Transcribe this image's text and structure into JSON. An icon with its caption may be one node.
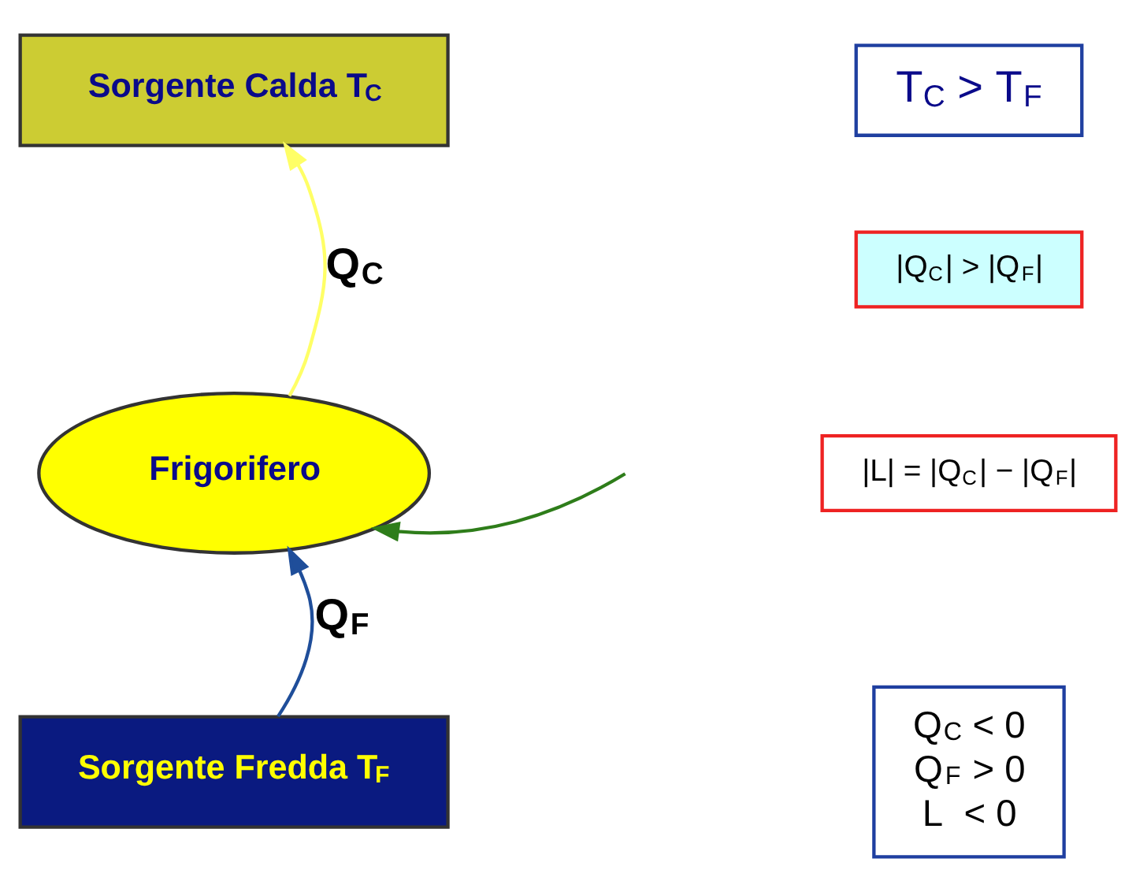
{
  "diagram": {
    "nodes": [
      {
        "text": [
          "Sorgente Calda T$_{C}$"
        ]
      },
      {
        "text": [
          "Frigorifero"
        ]
      },
      {
        "text": [
          "Sorgente Fredda T$_{F}$"
        ]
      },
      {
        "text": [
          "T$_{C}$ > T$_{F}$"
        ]
      },
      {
        "text": [
          "|Q$_{C}$| > |Q$_{F}$|"
        ]
      },
      {
        "text": [
          "|L| = |Q$_{C}$| − |Q$_{F}$|"
        ]
      },
      {
        "text": [
          "Q$_{C}$ < 0",
          "Q$_{F}$ > 0",
          "L  < 0"
        ]
      }
    ],
    "edges": [
      {
        "from": 1,
        "to": 0,
        "arrow": "to",
        "label": "Q$_{C}$",
        "color": "#ffff66"
      },
      {
        "from": 2,
        "to": 1,
        "arrow": "to",
        "label": "Q$_{F}$",
        "color": "#1f4e9a"
      },
      {
        "from": null,
        "to": 1,
        "arrow": "to",
        "color": "#2e7d1a"
      }
    ]
  }
}
